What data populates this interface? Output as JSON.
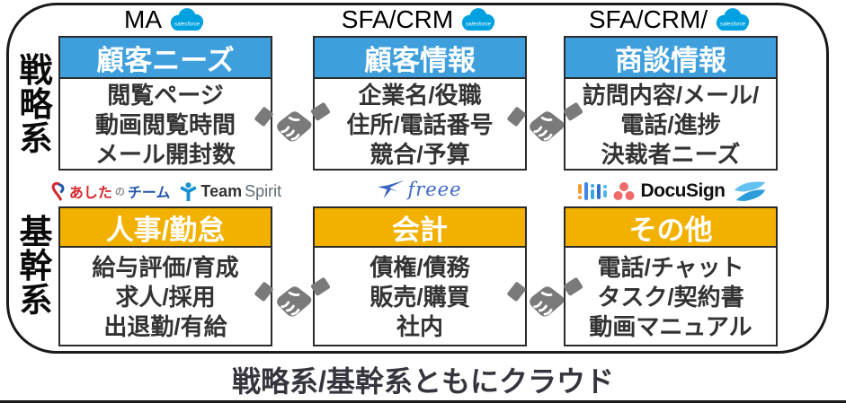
{
  "row_labels": {
    "top": "戦略系",
    "bottom": "基幹系"
  },
  "caption": "戦略系/基幹系ともにクラウド",
  "colors": {
    "blue_header": "#3F9FDC",
    "orange_header": "#F2B100",
    "handshake_gray": "#7A7A7A",
    "salesforce_blue": "#00A1E0"
  },
  "top_row": {
    "columns": [
      {
        "category": "MA",
        "logo": "salesforce",
        "title": "顧客ニーズ",
        "lines": [
          "閲覧ページ",
          "動画閲覧時間",
          "メール開封数"
        ]
      },
      {
        "category": "SFA/CRM",
        "logo": "salesforce",
        "title": "顧客情報",
        "lines": [
          "企業名/役職",
          "住所/電話番号",
          "競合/予算"
        ]
      },
      {
        "category": "SFA/CRM/",
        "logo": "salesforce",
        "title": "商談情報",
        "lines": [
          "訪問内容/メール/",
          "電話/進捗",
          "決裁者ニーズ"
        ]
      }
    ]
  },
  "bottom_row": {
    "columns": [
      {
        "title": "人事/勤怠",
        "lines": [
          "給与評価/育成",
          "求人/採用",
          "出退勤/有給"
        ]
      },
      {
        "title": "会計",
        "lines": [
          "債権/債務",
          "販売/購買",
          "社内"
        ]
      },
      {
        "title": "その他",
        "lines": [
          "電話/チャット",
          "タスク/契約書",
          "動画マニュアル"
        ]
      }
    ]
  },
  "logo_text": {
    "salesforce": "salesforce",
    "ashita_part1": "あした",
    "ashita_part2": "の",
    "ashita_part3": "チーム",
    "teamspirit_part1": "Team",
    "teamspirit_part2": "Spirit",
    "freee": "freee",
    "docusign": "DocuSign"
  }
}
